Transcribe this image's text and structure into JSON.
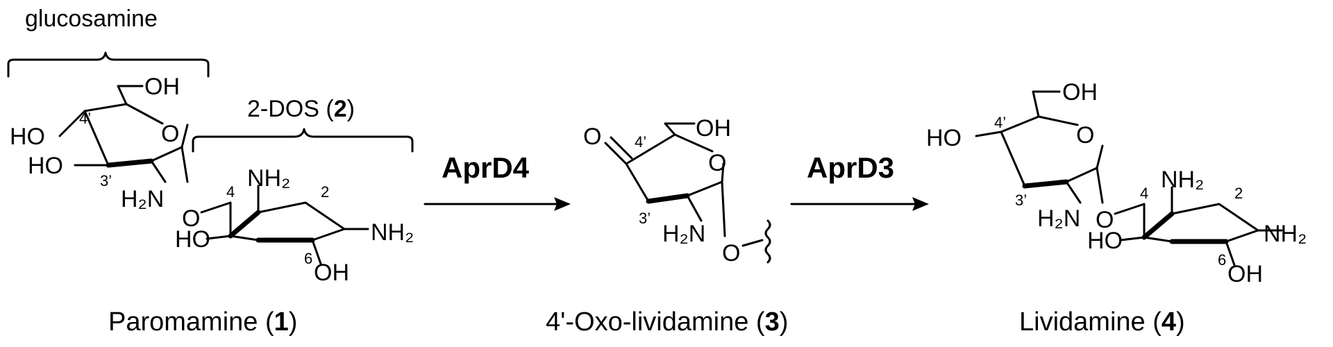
{
  "annotations": {
    "glucosamine": "glucosamine",
    "dos_prefix": "2-DOS (",
    "dos_num": "2",
    "close_paren": ")"
  },
  "enzymes": {
    "step1": "AprD4",
    "step2": "AprD3"
  },
  "compounds": [
    {
      "name_prefix": "Paromamine (",
      "number": "1",
      "suffix": ")"
    },
    {
      "name_prefix": "4'-Oxo-lividamine (",
      "number": "3",
      "suffix": ")"
    },
    {
      "name_prefix": "Lividamine (",
      "number": "4",
      "suffix": ")"
    }
  ],
  "atoms": {
    "OH": "OH",
    "HO": "HO",
    "O": "O",
    "NH2": "NH₂",
    "H2N": "H₂N"
  },
  "positions": {
    "p4prime": "4’",
    "p3prime": "3’",
    "p4": "4",
    "p2": "2",
    "p6": "6"
  }
}
